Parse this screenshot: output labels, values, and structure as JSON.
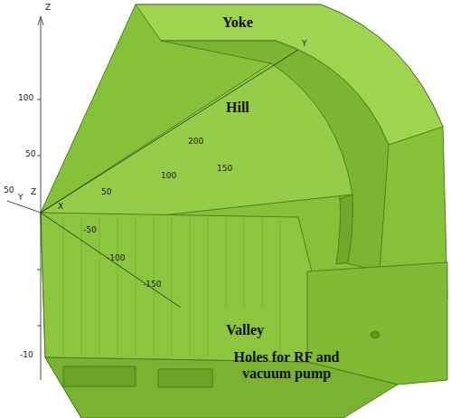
{
  "diagram": {
    "labels": [
      "Z",
      "100",
      "50",
      "50",
      "Y",
      "Z",
      "X",
      "-50",
      "-100",
      "-150",
      "-10",
      "Y",
      "50",
      "100",
      "150",
      "200",
      "Yoke",
      "Hill",
      "Valley",
      "Holes for RF and vacuum pump"
    ]
  }
}
